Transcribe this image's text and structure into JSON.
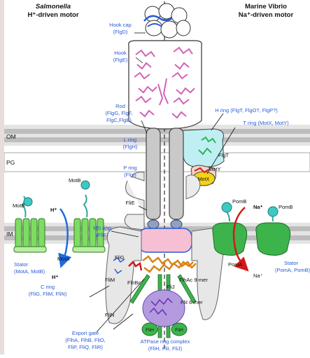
{
  "headers": {
    "left_species": "Salmonella",
    "left_motor": "H⁺-driven motor",
    "right_species": "Marine Vibrio",
    "right_motor": "Na⁺-driven motor"
  },
  "membrane_labels": {
    "om": "OM",
    "pg": "PG",
    "im": "IM"
  },
  "labels": {
    "hook_cap_1": "Hook cap",
    "hook_cap_2": "(FlgD)",
    "hook_1": "Hook",
    "hook_2": "(FlgE)",
    "rod_1": "Rod",
    "rod_2": "(FlgG, FlgF,",
    "rod_3": "FlgC,FlgB)",
    "l_ring_1": "L ring",
    "l_ring_2": "(FlgH)",
    "p_ring_1": "P ring",
    "p_ring_2": "(FlgI)",
    "flie": "FliE",
    "ms_ring_1": "MS ring",
    "ms_ring_2": "(FliF)",
    "h_ring": "H ring (FlgT, FlgO?, FlgP?)",
    "t_ring": "T ring (MotX, MotY)",
    "flgt": "FlgT",
    "moty": "MotY",
    "motx": "MotX",
    "pomb_left": "PomB",
    "pomb_right": "PomB",
    "na_plus_1": "Na⁺",
    "na_plus_2": "Na⁺",
    "pома": "PomA",
    "stator_right_1": "Stator",
    "stator_right_2": "(PomA, PomB)",
    "motb_top": "MotB",
    "motb_left": "MotB",
    "h_plus_1": "H⁺",
    "h_plus_2": "H⁺",
    "mota": "MotA",
    "stator_left_1": "Stator",
    "stator_left_2": "(MotA, MotB)",
    "flig": "FliG",
    "flim": "FliM",
    "flin": "FliN",
    "c_ring_1": "C ring",
    "c_ring_2": "(FliG, FliM, FliN)",
    "flhbc": "FlhBc",
    "flhac": "FlhAc 9-mer",
    "flij": "FliJ",
    "flii": "FliI 6-mer",
    "flih_left": "FliH",
    "flih_right": "FliH",
    "export_1": "Export gate",
    "export_2": "(FlhA, FlhB, FliO,",
    "export_3": "FliP, FliQ, FliR)",
    "atpase_1": "ATPase ring complex",
    "atpase_2": "(FliH, FliI, FliJ)"
  },
  "colors": {
    "membrane_dark": "#bdbdbd",
    "membrane_light": "#e4e4e4",
    "protein_gray": "#c9c9c9",
    "ms_ring": "#f7bfd3",
    "h_ring": "#bfeff2",
    "stator_green": "#3cb44b",
    "motx_yellow": "#f4d21a",
    "label_blue": "#2a5bd7",
    "na_arrow": "#d11a1a",
    "h_arrow": "#1e6be0"
  }
}
